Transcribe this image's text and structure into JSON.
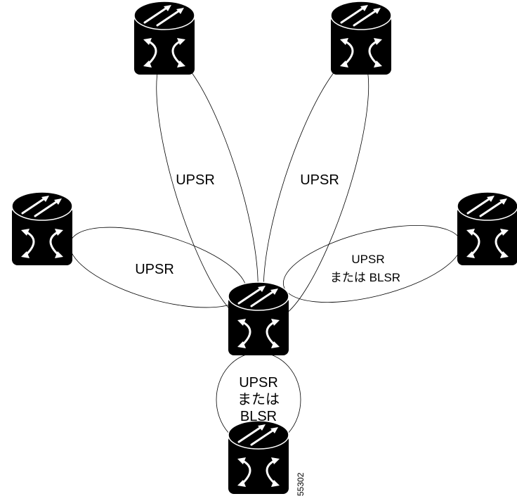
{
  "diagram": {
    "rings": [
      {
        "label_lines": [
          "UPSR"
        ]
      },
      {
        "label_lines": [
          "UPSR"
        ]
      },
      {
        "label_lines": [
          "UPSR"
        ]
      },
      {
        "label_lines": [
          "UPSR",
          "または BLSR"
        ]
      },
      {
        "label_lines": [
          "UPSR",
          "または",
          "BLSR"
        ]
      }
    ],
    "figure_id": "55302"
  }
}
